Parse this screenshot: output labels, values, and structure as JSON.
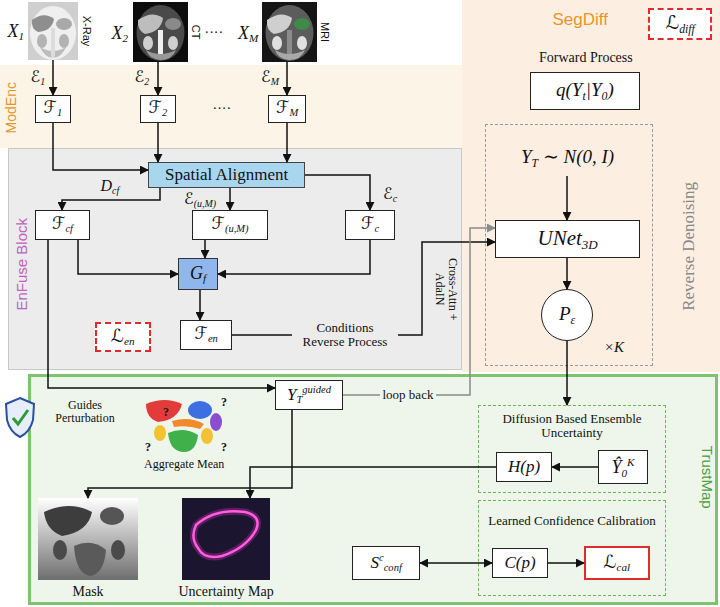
{
  "diagram": {
    "nodes": [
      {
        "text": [
          "X1",
          "X-Ray"
        ]
      },
      {
        "text": [
          "X2",
          "CT"
        ]
      },
      {
        "text": [
          "XM",
          "MRI"
        ]
      },
      {
        "text": [
          "ModEnc"
        ]
      },
      {
        "text": [
          "ℱ1"
        ],
        "in": 3
      },
      {
        "text": [
          "ℱ2"
        ],
        "in": 3
      },
      {
        "text": [
          "ℱM"
        ],
        "in": 3
      },
      {
        "text": [
          "EnFuse Block"
        ]
      },
      {
        "text": [
          "Spatial Alignment"
        ],
        "in": 7
      },
      {
        "text": [
          "ℱcf"
        ],
        "in": 7
      },
      {
        "text": [
          "ℱ(u,M)"
        ],
        "in": 7
      },
      {
        "text": [
          "ℱc"
        ],
        "in": 7
      },
      {
        "text": [
          "Gf"
        ],
        "in": 7
      },
      {
        "text": [
          "ℱen"
        ],
        "in": 7
      },
      {
        "text": [
          "ℒen"
        ],
        "in": 7
      },
      {
        "text": [
          "SegDiff"
        ]
      },
      {
        "text": [
          "ℒdiff"
        ],
        "in": 15
      },
      {
        "text": [
          "Forward Process",
          "q(Yt|Y0)"
        ],
        "in": 15
      },
      {
        "text": [
          "Reverse Denoising"
        ],
        "in": 15
      },
      {
        "text": [
          "YT ∼ N(0, I)"
        ],
        "in": 18
      },
      {
        "text": [
          "UNet3D"
        ],
        "in": 18
      },
      {
        "text": [
          "Pε"
        ],
        "in": 18
      },
      {
        "text": [
          "TrustMap"
        ]
      },
      {
        "text": [
          "Aggregate Mean"
        ],
        "in": 22
      },
      {
        "text": [
          "YTguided"
        ],
        "in": 22
      },
      {
        "text": [
          "Diffusion Based Ensemble Uncertainty"
        ],
        "in": 22
      },
      {
        "text": [
          "H(p)"
        ],
        "in": 25
      },
      {
        "text": [
          "Ŷ0K"
        ],
        "in": 25
      },
      {
        "text": [
          "Learned Confidence Calibration"
        ],
        "in": 22
      },
      {
        "text": [
          "Scconf"
        ],
        "in": 22
      },
      {
        "text": [
          "C(p)"
        ],
        "in": 28
      },
      {
        "text": [
          "ℒcal"
        ],
        "in": 28
      },
      {
        "text": [
          "Mask"
        ],
        "in": 22
      },
      {
        "text": [
          "Uncertainty Map"
        ],
        "in": 22
      }
    ],
    "edges": [
      {
        "from": 0,
        "to": 4,
        "label": "ℰ1",
        "arrow": "to"
      },
      {
        "from": 1,
        "to": 5,
        "label": "ℰ2",
        "arrow": "to"
      },
      {
        "from": 2,
        "to": 6,
        "label": "ℰM",
        "arrow": "to"
      },
      {
        "from": 4,
        "to": 8,
        "arrow": "to"
      },
      {
        "from": 5,
        "to": 8,
        "arrow": "to"
      },
      {
        "from": 6,
        "to": 8,
        "arrow": "to"
      },
      {
        "from": 8,
        "to": 9,
        "label": "Dcf",
        "arrow": "to"
      },
      {
        "from": 8,
        "to": 10,
        "label": "ℰ(u,M)",
        "arrow": "to"
      },
      {
        "from": 8,
        "to": 11,
        "label": "ℰc",
        "arrow": "to"
      },
      {
        "from": 9,
        "to": 12,
        "arrow": "to"
      },
      {
        "from": 10,
        "to": 12,
        "arrow": "to"
      },
      {
        "from": 11,
        "to": 12,
        "arrow": "to"
      },
      {
        "from": 12,
        "to": 13,
        "arrow": "to"
      },
      {
        "from": 13,
        "to": 20,
        "label": "Conditions Reverse Process",
        "arrow": "to"
      },
      {
        "from": 19,
        "to": 20,
        "arrow": "to"
      },
      {
        "from": 20,
        "to": 21,
        "arrow": "to"
      },
      {
        "from": 21,
        "to": 25,
        "arrow": "to"
      },
      {
        "from": 27,
        "to": 26,
        "arrow": "to"
      },
      {
        "from": 26,
        "to": 33,
        "arrow": "to"
      },
      {
        "from": 24,
        "to": 20,
        "label": "loop back",
        "arrow": "to"
      },
      {
        "from": 9,
        "to": 24,
        "label": "Guides Perturbation",
        "arrow": "to"
      },
      {
        "from": 24,
        "to": 32,
        "arrow": "to"
      },
      {
        "from": 29,
        "to": 30,
        "arrow": "both"
      },
      {
        "from": 30,
        "to": 31,
        "arrow": "to"
      }
    ],
    "labels": [
      "····",
      "····",
      "Cross-Attn + AdaIN",
      "×K",
      "?",
      "?",
      "?",
      "?"
    ]
  }
}
